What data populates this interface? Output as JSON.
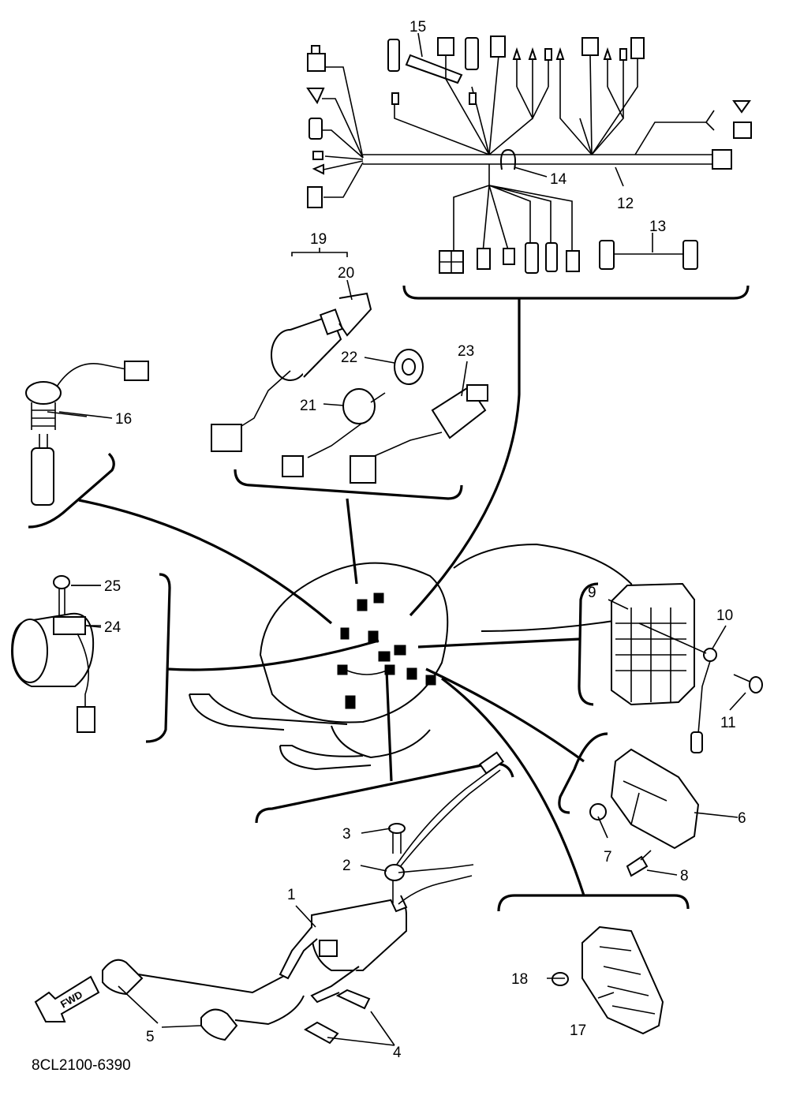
{
  "diagram": {
    "drawing_code": "8CL2100-6390",
    "fwd_label": "FWD",
    "callouts": [
      "1",
      "2",
      "3",
      "4",
      "5",
      "6",
      "7",
      "8",
      "9",
      "10",
      "11",
      "12",
      "13",
      "14",
      "15",
      "16",
      "17",
      "18",
      "19",
      "20",
      "21",
      "22",
      "23",
      "24",
      "25"
    ]
  }
}
